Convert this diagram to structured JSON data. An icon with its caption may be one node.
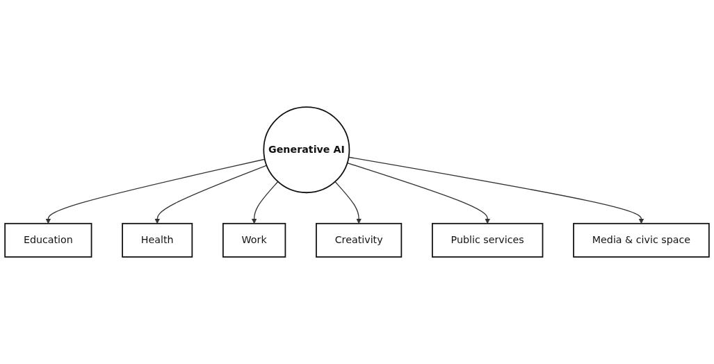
{
  "diagram": {
    "nodes": [
      {
        "text": [
          "Education"
        ]
      },
      {
        "text": [
          "Health"
        ]
      },
      {
        "text": [
          "Work"
        ]
      },
      {
        "text": [
          "Generative AI"
        ]
      },
      {
        "text": [
          "Creativity"
        ]
      },
      {
        "text": [
          "Public services"
        ]
      },
      {
        "text": [
          "Media & civic space"
        ]
      }
    ],
    "edges": [
      {
        "from": 3,
        "to": 0,
        "arrow": "to"
      },
      {
        "from": 3,
        "to": 1,
        "arrow": "to"
      },
      {
        "from": 3,
        "to": 2,
        "arrow": "to"
      },
      {
        "from": 3,
        "to": 4,
        "arrow": "to"
      },
      {
        "from": 3,
        "to": 5,
        "arrow": "to"
      },
      {
        "from": 3,
        "to": 6,
        "arrow": "to"
      }
    ]
  }
}
